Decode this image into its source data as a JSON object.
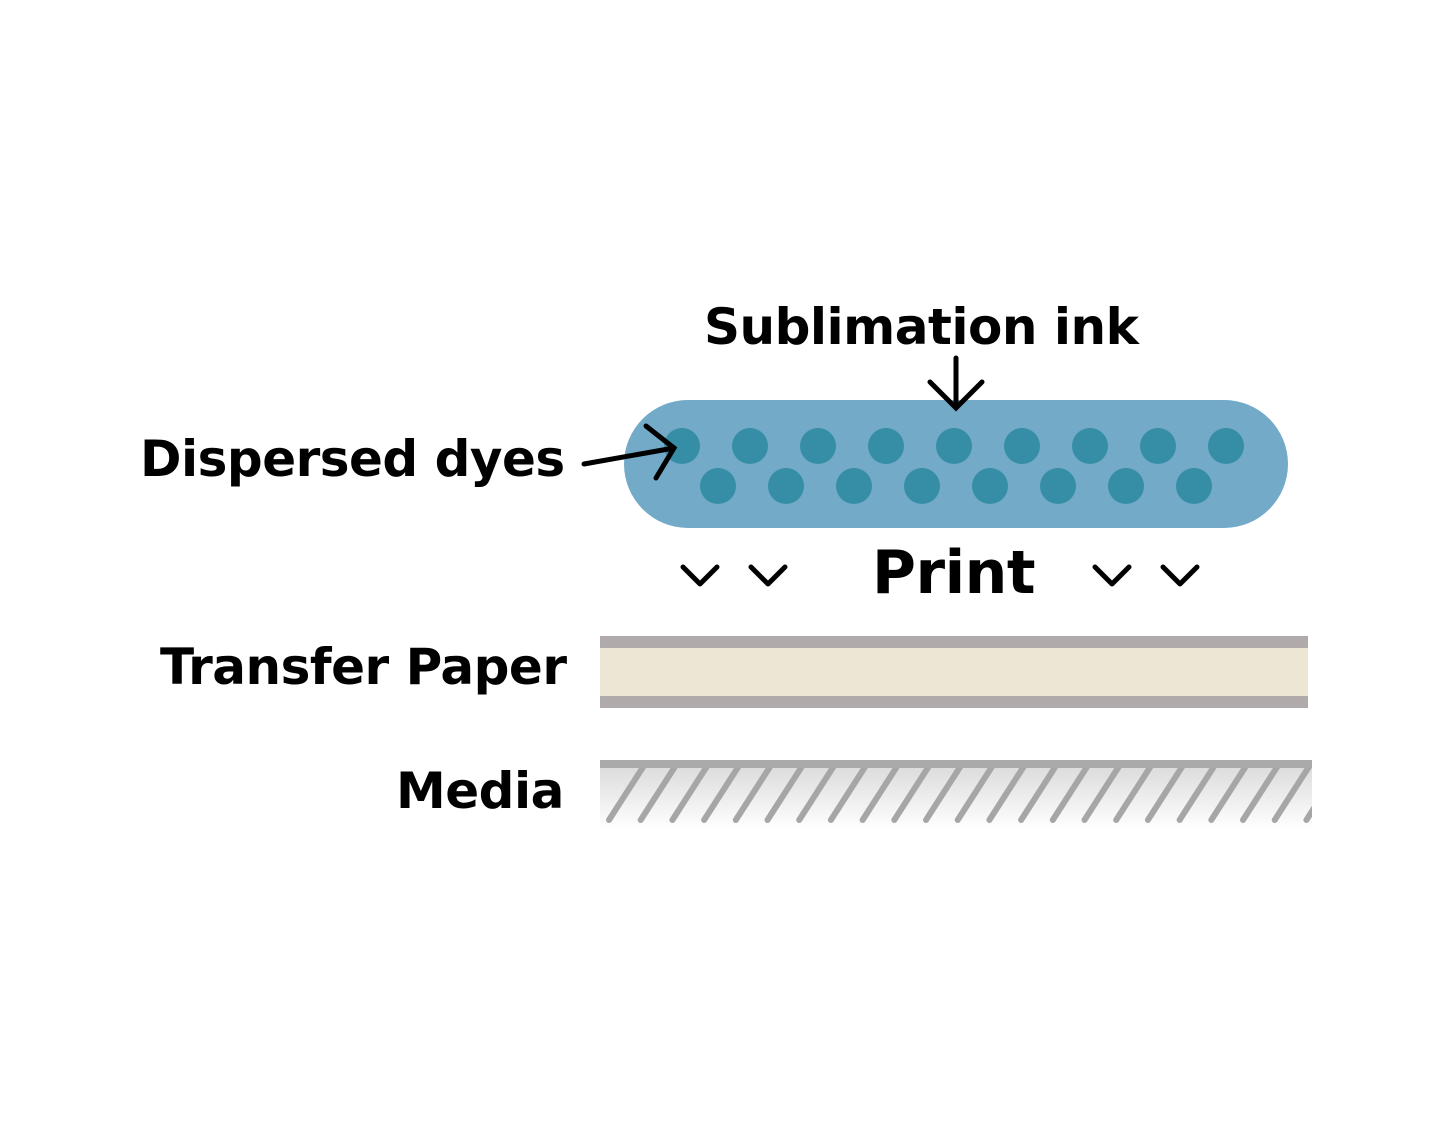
{
  "labels": {
    "ink": "Sublimation ink",
    "dyes": "Dispersed dyes",
    "print": "Print",
    "paper": "Transfer Paper",
    "media": "Media"
  },
  "colors": {
    "ink_body": "#72aac8",
    "dye": "#358ea6",
    "paper_edge": "#b0aaaa",
    "paper_fill": "#ede6d4",
    "media_bar": "#aaaaaa",
    "hatch": "#a6a6a6"
  },
  "diagram": {
    "dye_rows": [
      9,
      8
    ],
    "print_arrows_per_side": 2
  }
}
